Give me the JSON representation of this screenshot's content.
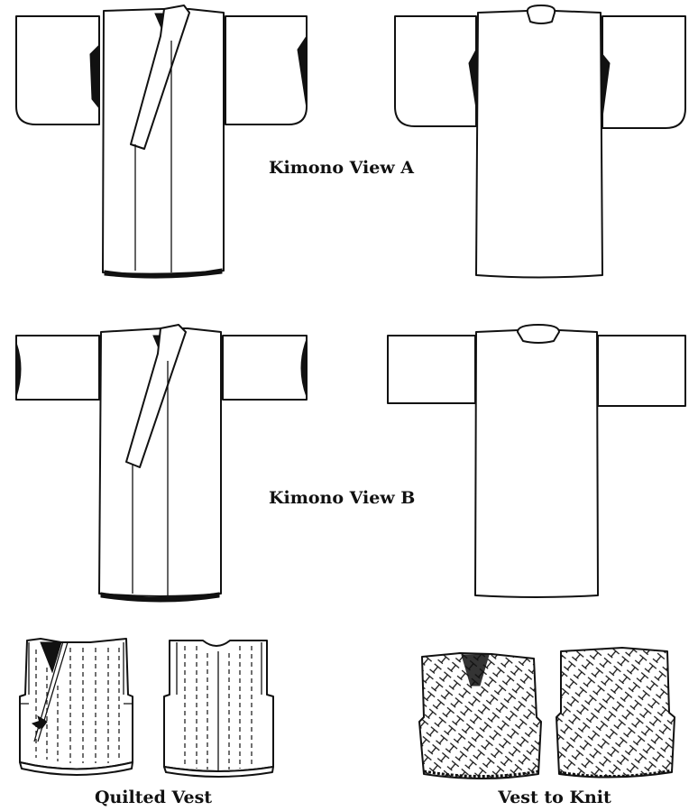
{
  "labels": {
    "kimono_a": "Kimono View A",
    "kimono_b": "Kimono View B",
    "quilted_vest": "Quilted Vest",
    "vest_to_knit": "Vest to Knit"
  },
  "colors": {
    "ink": "#111111",
    "paper": "#ffffff"
  }
}
